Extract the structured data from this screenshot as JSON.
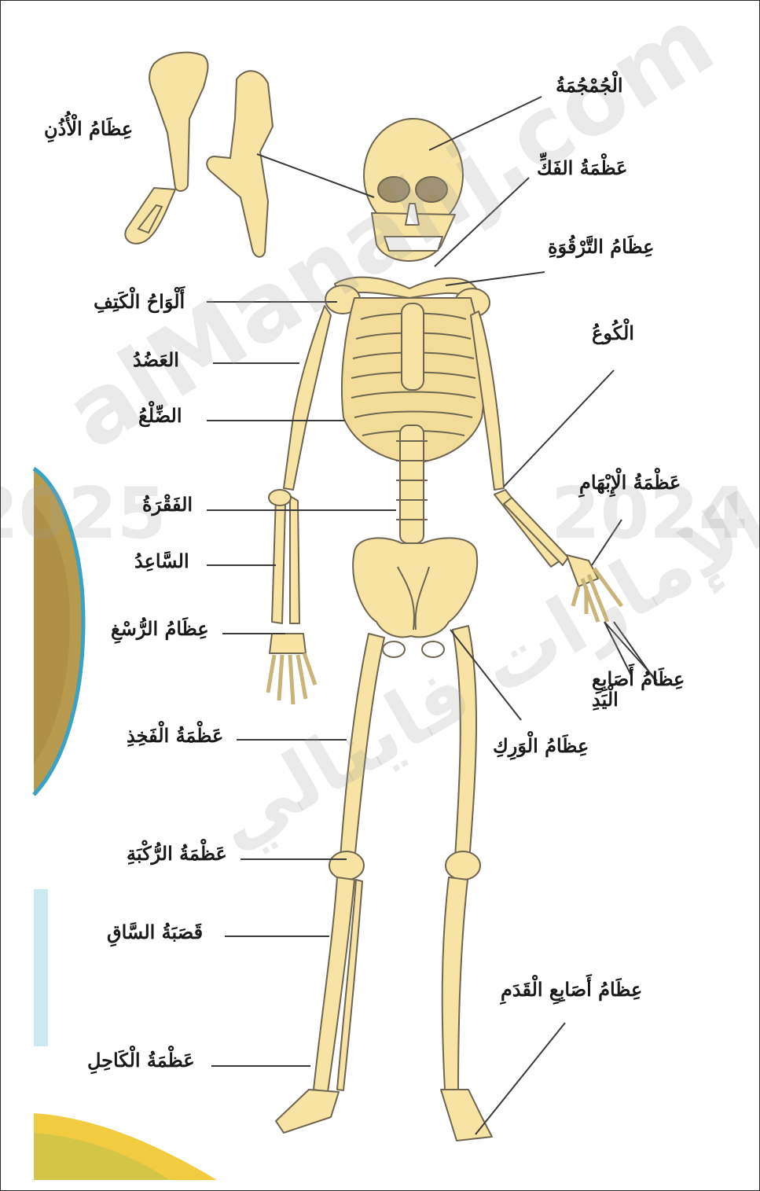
{
  "labels": {
    "skull": "الْجُمْجُمَةُ",
    "jaw": "عَظْمَةُ الفَكِّ",
    "collarbone": "عِظَامُ التَّرْقُوَةِ",
    "elbow": "الْكُوعُ",
    "thumb": "عَظْمَةُ الْإِبْهَامِ",
    "finger_bones_line1": "عِظَامُ أَصَابِعِ",
    "finger_bones_line2": "الْيَدِ",
    "hip": "عِظَامُ الْوَرِكِ",
    "toe_bones": "عِظَامُ أَصَابِعِ الْقَدَمِ",
    "ear_bones": "عِظَامُ الْأُذُنِ",
    "shoulder_blades": "أَلْوَاحُ الْكَتِفِ",
    "upper_arm": "العَضُدُ",
    "rib": "الضِّلْعُ",
    "vertebra": "الفَقْرَةُ",
    "forearm": "السَّاعِدُ",
    "wrist": "عِظَامُ الرُّسْغِ",
    "femur": "عَظْمَةُ الْفَخِذِ",
    "kneecap": "عَظْمَةُ الرُّكْبَةِ",
    "shin": "قَصَبَةُ السَّاقِ",
    "ankle": "عَظْمَةُ الْكَاحِلِ"
  },
  "watermarks": {
    "url_text": "alManahj.com",
    "year_left": "2025",
    "year_right": "2024",
    "arabic_text": "الإمارات فاينالي"
  },
  "colors": {
    "bone": "#f7e3a3",
    "bone_outline": "#6e6650",
    "leader_line": "#3a3a3a",
    "bg_circle_fill": "#b89a4e",
    "bg_circle_ring": "#3aa3c4",
    "bottom_swoosh": "#f2cc40"
  }
}
